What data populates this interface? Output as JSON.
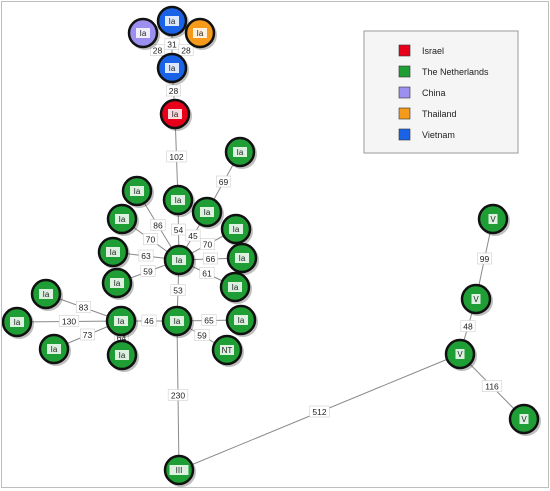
{
  "colors": {
    "Israel": "#e8001b",
    "The Netherlands": "#1f9e36",
    "China": "#9b8ff0",
    "Thailand": "#f59a1a",
    "Vietnam": "#1a63e6"
  },
  "legend": [
    {
      "label": "Israel",
      "country": "Israel"
    },
    {
      "label": "The Netherlands",
      "country": "The Netherlands"
    },
    {
      "label": "China",
      "country": "China"
    },
    {
      "label": "Thailand",
      "country": "Thailand"
    },
    {
      "label": "Vietnam",
      "country": "Vietnam"
    }
  ],
  "nodes": [
    {
      "id": "vn1",
      "label": "Ia",
      "country": "Vietnam"
    },
    {
      "id": "cn1",
      "label": "Ia",
      "country": "China"
    },
    {
      "id": "th1",
      "label": "Ia",
      "country": "Thailand"
    },
    {
      "id": "vn2",
      "label": "Ia",
      "country": "Vietnam"
    },
    {
      "id": "il1",
      "label": "Ia",
      "country": "Israel"
    },
    {
      "id": "hub1",
      "label": "Ia",
      "country": "The Netherlands"
    },
    {
      "id": "n_up",
      "label": "Ia",
      "country": "The Netherlands"
    },
    {
      "id": "n_ul",
      "label": "Ia",
      "country": "The Netherlands"
    },
    {
      "id": "n_l1",
      "label": "Ia",
      "country": "The Netherlands"
    },
    {
      "id": "n_l2",
      "label": "Ia",
      "country": "The Netherlands"
    },
    {
      "id": "n_l3",
      "label": "Ia",
      "country": "The Netherlands"
    },
    {
      "id": "n_ur1",
      "label": "Ia",
      "country": "The Netherlands"
    },
    {
      "id": "n_ur2",
      "label": "Ia",
      "country": "The Netherlands"
    },
    {
      "id": "n_r1",
      "label": "Ia",
      "country": "The Netherlands"
    },
    {
      "id": "n_r2",
      "label": "Ia",
      "country": "The Netherlands"
    },
    {
      "id": "n_top",
      "label": "Ia",
      "country": "The Netherlands"
    },
    {
      "id": "hub2",
      "label": "Ia",
      "country": "The Netherlands"
    },
    {
      "id": "hub3",
      "label": "Ia",
      "country": "The Netherlands"
    },
    {
      "id": "n_fl1",
      "label": "Ia",
      "country": "The Netherlands"
    },
    {
      "id": "n_fl2",
      "label": "Ia",
      "country": "The Netherlands"
    },
    {
      "id": "n_fl3",
      "label": "Ia",
      "country": "The Netherlands"
    },
    {
      "id": "n_fl4",
      "label": "Ia",
      "country": "The Netherlands"
    },
    {
      "id": "n_r3",
      "label": "Ia",
      "country": "The Netherlands"
    },
    {
      "id": "nt",
      "label": "NT",
      "country": "The Netherlands"
    },
    {
      "id": "iii",
      "label": "III",
      "country": "The Netherlands"
    },
    {
      "id": "v1",
      "label": "V",
      "country": "The Netherlands"
    },
    {
      "id": "v2",
      "label": "V",
      "country": "The Netherlands"
    },
    {
      "id": "v3",
      "label": "V",
      "country": "The Netherlands"
    },
    {
      "id": "v4",
      "label": "V",
      "country": "The Netherlands"
    }
  ],
  "edges": [
    {
      "from": "vn1",
      "to": "vn2",
      "label": "31"
    },
    {
      "from": "cn1",
      "to": "vn2",
      "label": "28"
    },
    {
      "from": "th1",
      "to": "vn2",
      "label": "28"
    },
    {
      "from": "vn2",
      "to": "il1",
      "label": "28"
    },
    {
      "from": "il1",
      "to": "n_up",
      "label": "102"
    },
    {
      "from": "n_up",
      "to": "hub1",
      "label": "54"
    },
    {
      "from": "n_ul",
      "to": "hub1",
      "label": "86"
    },
    {
      "from": "n_l1",
      "to": "hub1",
      "label": "70"
    },
    {
      "from": "n_l2",
      "to": "hub1",
      "label": "63"
    },
    {
      "from": "n_l3",
      "to": "hub1",
      "label": "59"
    },
    {
      "from": "n_ur1",
      "to": "hub1",
      "label": "45"
    },
    {
      "from": "n_ur2",
      "to": "hub1",
      "label": "70"
    },
    {
      "from": "n_r1",
      "to": "hub1",
      "label": "66"
    },
    {
      "from": "n_r2",
      "to": "hub1",
      "label": "61"
    },
    {
      "from": "n_top",
      "to": "n_ur1",
      "label": "69"
    },
    {
      "from": "hub1",
      "to": "hub3",
      "label": "53"
    },
    {
      "from": "hub2",
      "to": "hub3",
      "label": "46"
    },
    {
      "from": "hub3",
      "to": "n_r3",
      "label": "65"
    },
    {
      "from": "hub3",
      "to": "nt",
      "label": "59"
    },
    {
      "from": "hub3",
      "to": "iii",
      "label": "230"
    },
    {
      "from": "n_fl1",
      "to": "hub2",
      "label": "83"
    },
    {
      "from": "n_fl2",
      "to": "hub2",
      "label": "130"
    },
    {
      "from": "n_fl3",
      "to": "hub2",
      "label": "73"
    },
    {
      "from": "n_fl4",
      "to": "hub2",
      "label": "64"
    },
    {
      "from": "iii",
      "to": "v3",
      "label": "512"
    },
    {
      "from": "v1",
      "to": "v2",
      "label": "99"
    },
    {
      "from": "v2",
      "to": "v3",
      "label": "48"
    },
    {
      "from": "v3",
      "to": "v4",
      "label": "116"
    }
  ]
}
